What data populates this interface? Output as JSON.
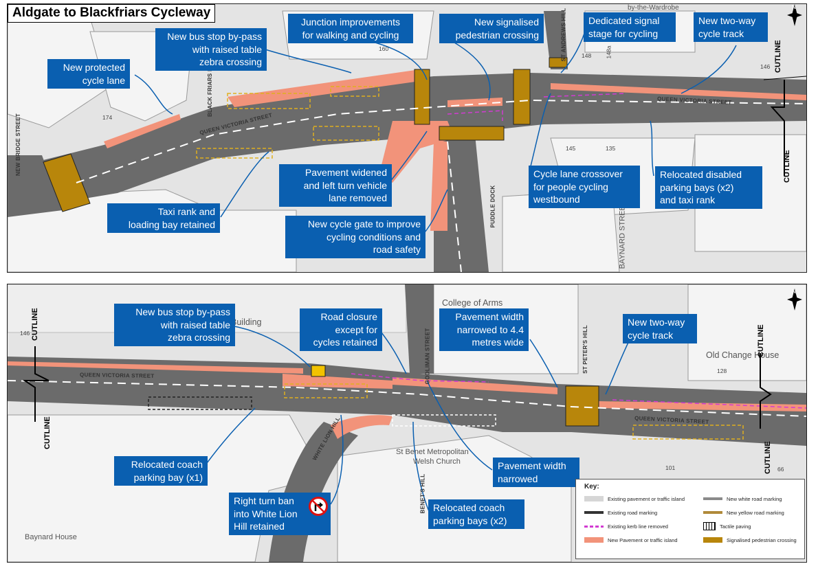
{
  "title": "Aldgate to Blackfriars Cycleway",
  "colors": {
    "callout": "#0a5fb0",
    "road": "#6b6b6b",
    "pavement": "#d6d6d6",
    "new_pavement": "#f2937a",
    "crossing": "#b8860b",
    "kerb_removed": "#d23bd2",
    "yellow_marking": "#e0b020"
  },
  "panel1": {
    "callouts": {
      "protected_lane": [
        "New protected",
        "cycle lane"
      ],
      "bus_stop": [
        "New bus stop by-pass",
        "with raised table",
        "zebra crossing"
      ],
      "junction": [
        "Junction improvements",
        "for walking and cycling"
      ],
      "ped_crossing": [
        "New signalised",
        "pedestrian crossing"
      ],
      "signal_stage": [
        "Dedicated signal",
        "stage for cycling"
      ],
      "two_way": [
        "New two-way",
        "cycle track"
      ],
      "pavement_widened": [
        "Pavement widened",
        "and left turn vehicle",
        "lane removed"
      ],
      "crossover": [
        "Cycle lane crossover",
        "for people cycling",
        "westbound"
      ],
      "disabled_parking": [
        "Relocated disabled",
        "parking bays (x2)",
        "and taxi rank"
      ],
      "taxi_rank": [
        "Taxi rank and",
        "loading bay retained"
      ],
      "cycle_gate": [
        "New cycle gate to improve",
        "cycling conditions and",
        "road safety"
      ]
    },
    "streets": {
      "queen_victoria_w": "QUEEN VICTORIA STREET",
      "queen_victoria_e": "QUEEN VICTORIA STREET",
      "new_bridge": "NEW BRIDGE STREET",
      "puddle_dock": "PUDDLE DOCK",
      "black_friars_lane": "BLACK FRIARS LANE",
      "st_andrews_hill": "ST ANDREWS HILL",
      "baynard": "BAYNARD STREET",
      "by_the_wardrobe": "by-the-Wardrobe"
    },
    "numbers": [
      "174",
      "160",
      "148",
      "146",
      "145",
      "135",
      "148a"
    ],
    "cutline": "CUTLINE"
  },
  "panel2": {
    "callouts": {
      "bus_stop": [
        "New bus stop by-pass",
        "with raised table",
        "zebra crossing"
      ],
      "road_closure": [
        "Road closure",
        "except for",
        "cycles retained"
      ],
      "pavement_width": [
        "Pavement width",
        "narrowed to 4.4",
        "metres wide"
      ],
      "two_way": [
        "New two-way",
        "cycle track"
      ],
      "coach_bay": [
        "Relocated coach",
        "parking bay (x1)"
      ],
      "right_turn": [
        "Right turn ban",
        "into White Lion",
        "Hill retained"
      ],
      "coach_bays": [
        "Relocated coach",
        "parking bays (x2)"
      ],
      "pavement_narrowed": [
        "Pavement width",
        "narrowed"
      ]
    },
    "places": {
      "college": "College of Arms",
      "old_change": "Old Change House",
      "building": "Building",
      "st_benet": "St Benet Metropolitan",
      "welsh": "Welsh Church",
      "baynard_house": "Baynard House"
    },
    "streets": {
      "queen_victoria_w": "QUEEN VICTORIA STREET",
      "queen_victoria_e": "QUEEN VICTORIA STREET",
      "white_lion": "WHITE LION HILL",
      "godliman": "GODLIMAN STREET",
      "st_peters": "ST PETER'S HILL",
      "benets": "BENET'S HILL"
    },
    "numbers": [
      "146",
      "128",
      "101",
      "66"
    ],
    "cutline": "CUTLINE"
  },
  "key": {
    "title": "Key:",
    "items": [
      {
        "label": "Existing pavement or traffic island",
        "color": "#d6d6d6"
      },
      {
        "label": "New white road marking",
        "color": "#8a8a8a"
      },
      {
        "label": "Existing road marking",
        "color": "#333333"
      },
      {
        "label": "New yellow road marking",
        "color": "#b08a3a"
      },
      {
        "label": "Existing kerb line removed",
        "color": "#d23bd2"
      },
      {
        "label": "Tactile paving",
        "color": "#000000"
      },
      {
        "label": "New Pavement or traffic island",
        "color": "#f2937a"
      },
      {
        "label": "Signalised pedestrian crossing",
        "color": "#b8860b"
      }
    ]
  },
  "north": "N"
}
